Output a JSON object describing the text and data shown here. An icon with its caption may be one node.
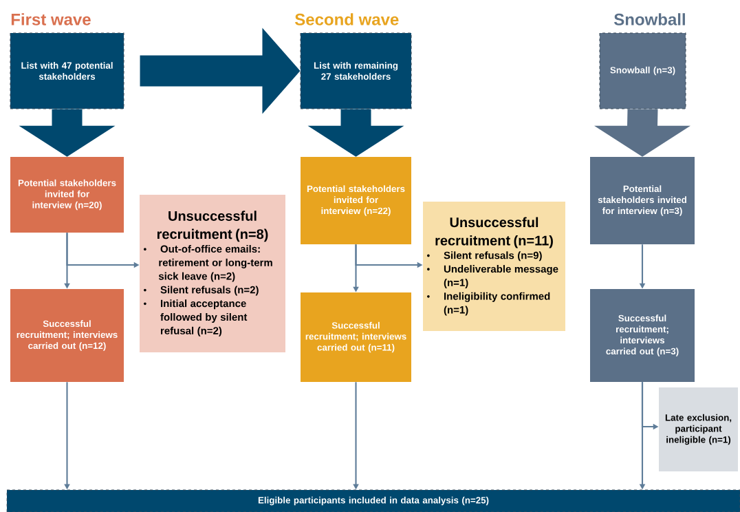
{
  "diagram": {
    "nodes": [
      {
        "text": [
          "List with 47 potential stakeholders"
        ],
        "beside": [
          "First wave"
        ]
      },
      {
        "text": [
          "List with remaining 27 stakeholders"
        ],
        "beside": [
          "Second wave"
        ]
      },
      {
        "text": [
          "Snowball (n=3)"
        ],
        "beside": [
          "Snowball"
        ]
      },
      {
        "text": [
          "Potential stakeholders invited for interview (n=20)"
        ]
      },
      {
        "text": [
          "Unsuccessful recruitment (n=8)",
          "Out-of-office emails: retirement or long-term sick leave (n=2)",
          "Silent refusals (n=2)",
          "Initial acceptance followed by silent refusal (n=2)"
        ]
      },
      {
        "text": [
          "Potential stakeholders invited for interview (n=22)"
        ]
      },
      {
        "text": [
          "Unsuccessful recruitment (n=11)",
          "Silent refusals (n=9)",
          "Undeliverable message (n=1)",
          "Ineligibility confirmed (n=1)"
        ]
      },
      {
        "text": [
          "Potential stakeholders invited for interview (n=3)"
        ]
      },
      {
        "text": [
          "Successful recruitment; interviews carried out (n=12)"
        ]
      },
      {
        "text": [
          "Successful recruitment; interviews carried out (n=11)"
        ]
      },
      {
        "text": [
          "Successful recruitment; interviews carried out (n=3)"
        ]
      },
      {
        "text": [
          "Late exclusion, participant ineligible (n=1)"
        ]
      },
      {
        "text": [
          "Eligible participants included in data analysis (n=25)"
        ]
      }
    ],
    "edges": [
      {
        "from": 0,
        "to": 1,
        "arrow": "to",
        "style": "thick",
        "color": "#00486e"
      },
      {
        "from": 0,
        "to": 3,
        "arrow": "to",
        "style": "thick",
        "color": "#00486e"
      },
      {
        "from": 1,
        "to": 5,
        "arrow": "to",
        "style": "thick",
        "color": "#00486e"
      },
      {
        "from": 2,
        "to": 7,
        "arrow": "to",
        "style": "thick",
        "color": "#5b7088"
      },
      {
        "from": 3,
        "to": 8,
        "arrow": "to"
      },
      {
        "from": 3,
        "to": 4,
        "arrow": "to"
      },
      {
        "from": 5,
        "to": 9,
        "arrow": "to"
      },
      {
        "from": 5,
        "to": 6,
        "arrow": "to"
      },
      {
        "from": 7,
        "to": 10,
        "arrow": "to"
      },
      {
        "from": 10,
        "to": 11,
        "arrow": "to"
      },
      {
        "from": 8,
        "to": 12,
        "arrow": "to"
      },
      {
        "from": 9,
        "to": 12,
        "arrow": "to"
      },
      {
        "from": 10,
        "to": 12,
        "arrow": "to"
      }
    ]
  }
}
